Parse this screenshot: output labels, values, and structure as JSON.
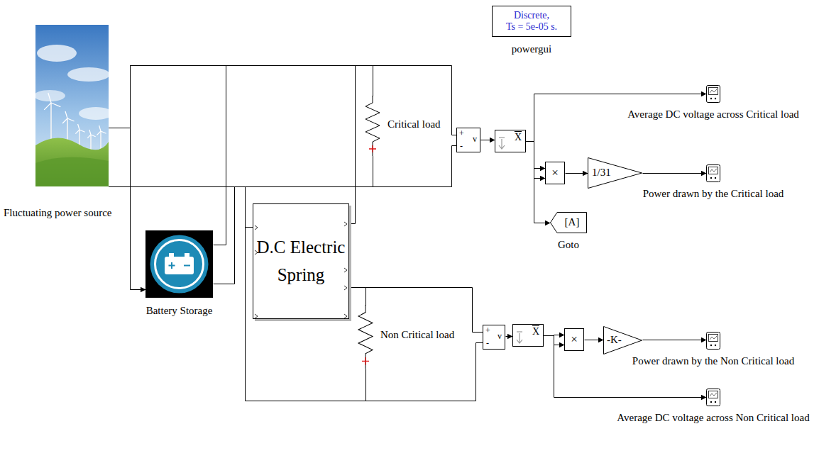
{
  "diagram": {
    "nodes": [
      {
        "text": [
          "Discrete,",
          "Ts = 5e-05 s.",
          "powergui"
        ]
      },
      {
        "text": [
          "Fluctuating power source"
        ]
      },
      {
        "text": [
          "Critical load"
        ]
      },
      {
        "text": [
          "+",
          "v",
          "-"
        ]
      },
      {
        "text": [
          "X"
        ]
      },
      {
        "text": [
          "×"
        ]
      },
      {
        "text": [
          "1/31"
        ]
      },
      {
        "text": [
          "Average DC voltage across Critical load"
        ]
      },
      {
        "text": [
          "Power drawn by the Critical load"
        ]
      },
      {
        "text": [
          "[A]",
          "Goto"
        ]
      },
      {
        "text": [
          "Battery Storage"
        ]
      },
      {
        "text": [
          "D.C Electric Spring"
        ]
      },
      {
        "text": [
          "Non Critical load"
        ]
      },
      {
        "text": [
          "+",
          "v",
          "-"
        ]
      },
      {
        "text": [
          "X"
        ]
      },
      {
        "text": [
          "×"
        ]
      },
      {
        "text": [
          "-K-"
        ]
      },
      {
        "text": [
          "Power drawn by the Non Critical load"
        ]
      },
      {
        "text": [
          "Average DC voltage across Non Critical load"
        ]
      }
    ],
    "edges": [
      {
        "from": 1,
        "to": 2,
        "arrow": "none"
      },
      {
        "from": 1,
        "to": 10,
        "arrow": "to"
      },
      {
        "from": 1,
        "to": 2,
        "arrow": "none"
      },
      {
        "from": 10,
        "to": 2,
        "arrow": "none"
      },
      {
        "from": 10,
        "to": 2,
        "arrow": "none"
      },
      {
        "from": 1,
        "to": 11,
        "arrow": "none"
      },
      {
        "from": 1,
        "to": 11,
        "arrow": "none"
      },
      {
        "from": 2,
        "to": 3,
        "arrow": "none"
      },
      {
        "from": 2,
        "to": 3,
        "arrow": "none"
      },
      {
        "from": 3,
        "to": 4,
        "arrow": "to"
      },
      {
        "from": 4,
        "to": 7,
        "arrow": "to"
      },
      {
        "from": 4,
        "to": 5,
        "arrow": "to"
      },
      {
        "from": 4,
        "to": 5,
        "arrow": "to"
      },
      {
        "from": 4,
        "to": 9,
        "arrow": "to"
      },
      {
        "from": 5,
        "to": 6,
        "arrow": "to"
      },
      {
        "from": 6,
        "to": 8,
        "arrow": "to"
      },
      {
        "from": 11,
        "to": 12,
        "arrow": "none"
      },
      {
        "from": 12,
        "to": 13,
        "arrow": "none"
      },
      {
        "from": 12,
        "to": 13,
        "arrow": "none"
      },
      {
        "from": 1,
        "to": 12,
        "arrow": "none"
      },
      {
        "from": 13,
        "to": 14,
        "arrow": "to"
      },
      {
        "from": 14,
        "to": 18,
        "arrow": "to"
      },
      {
        "from": 14,
        "to": 15,
        "arrow": "to"
      },
      {
        "from": 14,
        "to": 15,
        "arrow": "to"
      },
      {
        "from": 15,
        "to": 16,
        "arrow": "to"
      },
      {
        "from": 16,
        "to": 17,
        "arrow": "to"
      }
    ]
  }
}
